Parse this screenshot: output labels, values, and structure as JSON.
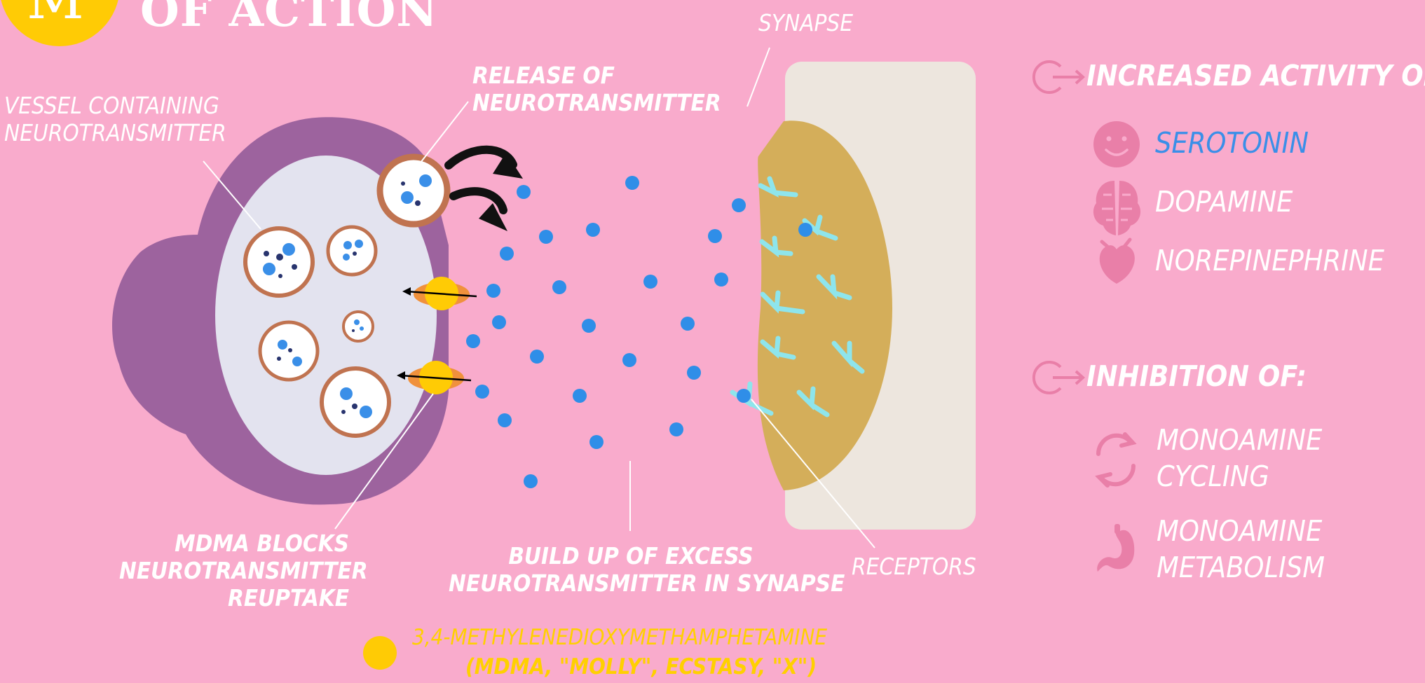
{
  "title": {
    "letter": "M",
    "line2": "OF ACTION"
  },
  "labels": {
    "vessel": [
      "VESSEL CONTAINING",
      "NEUROTRANSMITTER"
    ],
    "release": [
      "RELEASE OF",
      "NEUROTRANSMITTER"
    ],
    "synapse": "SYNAPSE",
    "mdma_blocks": [
      "MDMA BLOCKS",
      "NEUROTRANSMITTER",
      "REUPTAKE"
    ],
    "buildup": [
      "BUILD UP OF EXCESS",
      "NEUROTRANSMITTER IN SYNAPSE"
    ],
    "receptors": "RECEPTORS"
  },
  "legend": {
    "line1": "3,4-METHYLENEDIOXYMETHAMPHETAMINE",
    "line2": "(MDMA, \"MOLLY\", ECSTASY, \"X\")",
    "color": "#ffd000"
  },
  "increased": {
    "heading": "INCREASED ACTIVITY OF:",
    "items": [
      {
        "label": "SEROTONIN",
        "icon": "smiley-icon",
        "color": "#3a8fe8"
      },
      {
        "label": "DOPAMINE",
        "icon": "brain-icon",
        "color": "#ffffff"
      },
      {
        "label": "NOREPINEPHRINE",
        "icon": "heart-icon",
        "color": "#ffffff"
      }
    ]
  },
  "inhibition": {
    "heading": "INHIBITION OF:",
    "items": [
      {
        "label": [
          "MONOAMINE",
          "CYCLING"
        ],
        "icon": "cycle-icon"
      },
      {
        "label": [
          "MONOAMINE",
          "METABOLISM"
        ],
        "icon": "stomach-icon"
      }
    ]
  },
  "colors": {
    "background": "#f9abcc",
    "neuron_outer": "#9d639e",
    "neuron_inner": "#e3e3ef",
    "vesicle_border": "#c07350",
    "neurotransmitter": "#2f8ee8",
    "mdma": "#ffcb05",
    "postsynaptic": "#d4ae5a",
    "postsynaptic_bg": "#ede6de",
    "receptor": "#8ee5ec",
    "icon_pink": "#e97fa8"
  }
}
